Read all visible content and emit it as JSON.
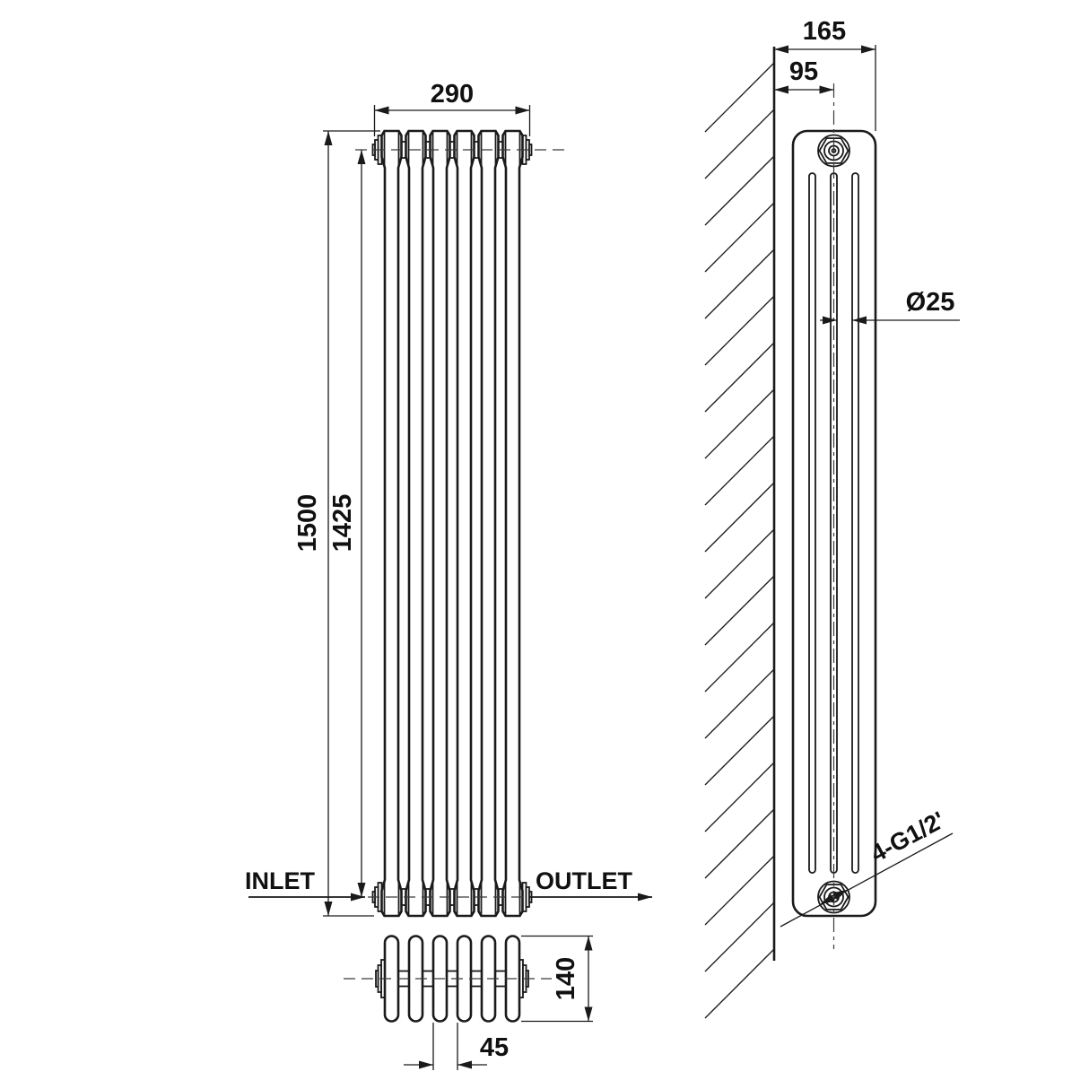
{
  "front_view": {
    "width": "290",
    "overall_height": "1500",
    "center_height": "1425",
    "inlet": "INLET",
    "outlet": "OUTLET"
  },
  "plan_view": {
    "section_depth": "140",
    "column_pitch": "45"
  },
  "side_view": {
    "overall_depth": "165",
    "wall_to_center": "95",
    "column_diameter": "Ø25",
    "thread": "4-G1/2'"
  },
  "colors": {
    "line": "#1a1a1a",
    "centerline": "#3a3a3a",
    "background": "#ffffff"
  }
}
